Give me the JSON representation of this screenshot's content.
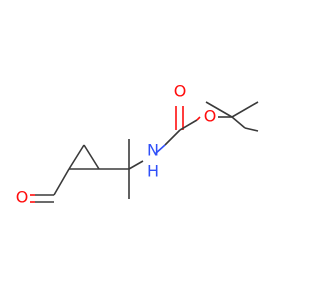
{
  "molecule": {
    "atoms": {
      "carbonyl_oxygen": "O",
      "ester_oxygen": "O",
      "aldehyde_oxygen": "O",
      "amine_nitrogen": "N",
      "amine_hydrogen": "H"
    },
    "colors": {
      "carbon_bond": "#3a3a3a",
      "oxygen": "#ff0d0d",
      "nitrogen": "#3050f8",
      "background": "#ffffff"
    }
  }
}
